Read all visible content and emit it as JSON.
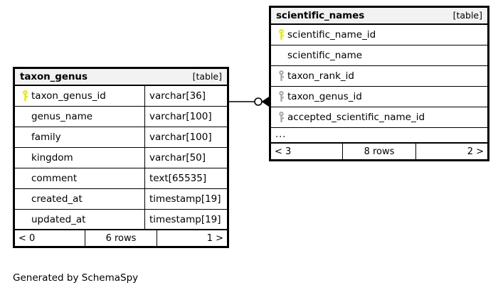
{
  "diagram": {
    "caption": "Generated by SchemaSpy",
    "kind_label": "[table]",
    "key_colors": {
      "primary": "#e8e800",
      "foreign": "#a8a8a8"
    }
  },
  "tables": [
    {
      "id": "taxon_genus",
      "name": "taxon_genus",
      "kind": "[table]",
      "columns": [
        {
          "name": "taxon_genus_id",
          "type": "varchar[36]",
          "key": "primary"
        },
        {
          "name": "genus_name",
          "type": "varchar[100]",
          "key": "none"
        },
        {
          "name": "family",
          "type": "varchar[100]",
          "key": "none"
        },
        {
          "name": "kingdom",
          "type": "varchar[50]",
          "key": "none"
        },
        {
          "name": "comment",
          "type": "text[65535]",
          "key": "none"
        },
        {
          "name": "created_at",
          "type": "timestamp[19]",
          "key": "none"
        },
        {
          "name": "updated_at",
          "type": "timestamp[19]",
          "key": "none"
        }
      ],
      "has_ellipsis": false,
      "footer": {
        "prev": "< 0",
        "rows": "6 rows",
        "next": "1 >"
      }
    },
    {
      "id": "scientific_names",
      "name": "scientific_names",
      "kind": "[table]",
      "columns": [
        {
          "name": "scientific_name_id",
          "type": "",
          "key": "primary"
        },
        {
          "name": "scientific_name",
          "type": "",
          "key": "none"
        },
        {
          "name": "taxon_rank_id",
          "type": "",
          "key": "foreign"
        },
        {
          "name": "taxon_genus_id",
          "type": "",
          "key": "foreign"
        },
        {
          "name": "accepted_scientific_name_id",
          "type": "",
          "key": "foreign"
        }
      ],
      "has_ellipsis": true,
      "ellipsis": "...",
      "footer": {
        "prev": "< 3",
        "rows": "8 rows",
        "next": "2 >"
      }
    }
  ],
  "relationship": {
    "from_table": "taxon_genus",
    "from_column": "taxon_genus_id",
    "to_table": "scientific_names",
    "to_column": "taxon_genus_id",
    "from_cardinality": "zero-or-one",
    "to_cardinality": "many"
  }
}
